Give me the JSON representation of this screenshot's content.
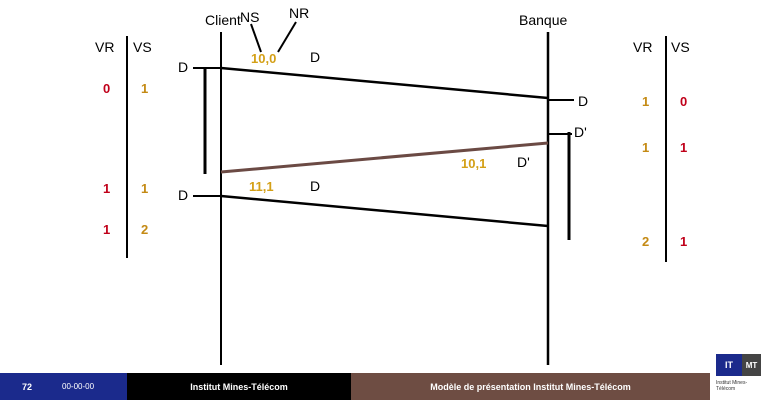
{
  "labels": {
    "client": "Client",
    "bank": "Banque",
    "ns": "NS",
    "nr": "NR",
    "vr": "VR",
    "vs": "VS"
  },
  "messages": {
    "m1_seq": "10,0",
    "m1_type": "D",
    "ack_seq": "10,1",
    "ack_type": "D'",
    "m2_seq": "11,1",
    "m2_type": "D"
  },
  "client_events": {
    "send1": "D",
    "send2": "D"
  },
  "bank_events": {
    "receive1": "D",
    "send_ack": "D'"
  },
  "client_state": [
    {
      "vr": "0",
      "vs": "1"
    },
    {
      "vr": "1",
      "vs": "1"
    },
    {
      "vr": "1",
      "vs": "2"
    }
  ],
  "bank_state": [
    {
      "vr": "1",
      "vs": "0"
    },
    {
      "vr": "1",
      "vs": "1"
    },
    {
      "vr": "2",
      "vs": "1"
    }
  ],
  "footer": {
    "page": "72",
    "date": "00-00-00",
    "institute": "Institut Mines-Télécom",
    "template": "Modèle de présentation Institut Mines-Télécom"
  },
  "logo": {
    "mark": "IT",
    "mark2": "MT",
    "text": "Institut Mines-Télécom"
  },
  "colors": {
    "vr": "#c0001a",
    "vs": "#c48a14",
    "seq": "#d4a017",
    "ack_line": "#6b4a44",
    "footer_left": "#1b2a8c",
    "footer_mid": "#000000",
    "footer_right": "#6e4d43"
  }
}
